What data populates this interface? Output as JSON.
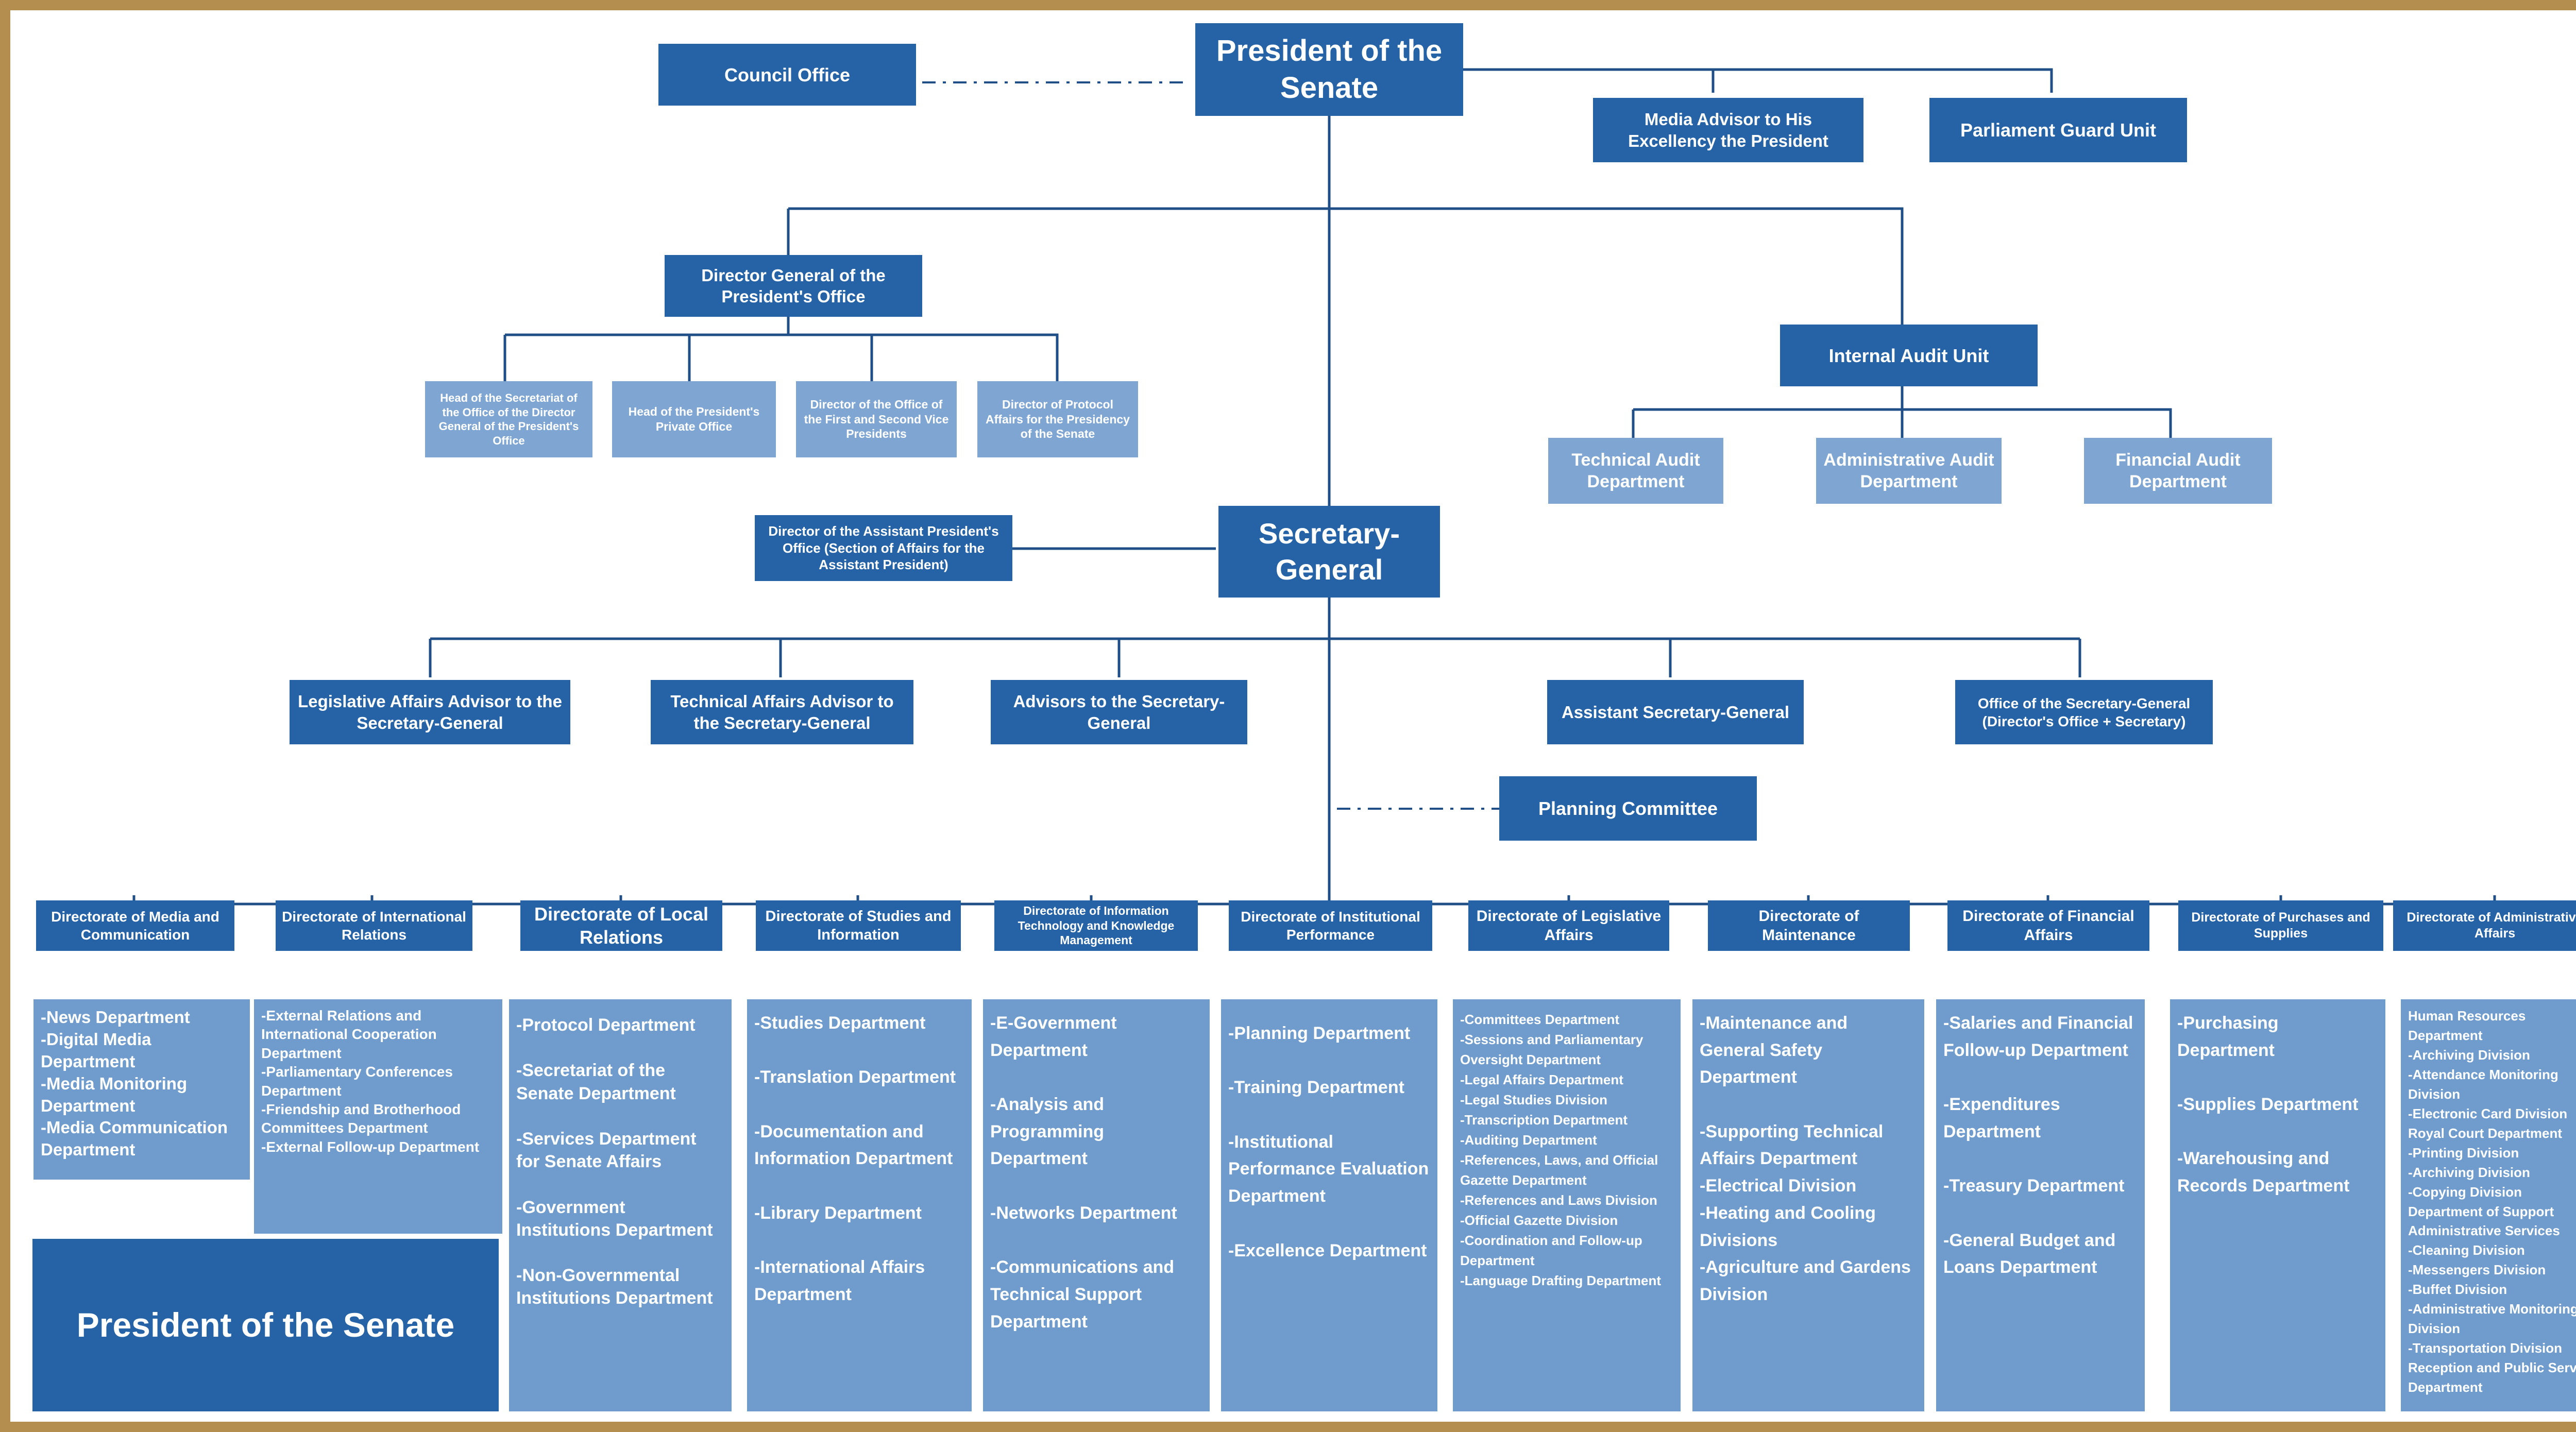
{
  "colors": {
    "frame": "#b48e4f",
    "dark_box": "#2563a6",
    "mid_box": "#4c82bd",
    "light_box": "#7fa6d3",
    "dept_panel": "#6f9ccc",
    "line": "#1f4f86"
  },
  "top": {
    "president": "President of the Senate",
    "council_office": "Council Office",
    "media_advisor": "Media Advisor to His Excellency the President",
    "guard_unit": "Parliament Guard Unit"
  },
  "presidents_office": {
    "director_general": "Director General of the President's Office",
    "sub_units": [
      "Head of the Secretariat of the Office of the Director General of the President's Office",
      "Head of the President's Private Office",
      "Director of the Office of the First and Second Vice Presidents",
      "Director of Protocol Affairs for the Presidency of the Senate"
    ]
  },
  "audit": {
    "unit": "Internal Audit Unit",
    "departments": [
      "Technical Audit Department",
      "Administrative Audit Department",
      "Financial Audit Department"
    ]
  },
  "secretariat": {
    "secretary_general": "Secretary-General",
    "assistant_presidents_office": "Director of the Assistant President's Office (Section of Affairs for the Assistant President)",
    "advisors": [
      "Legislative Affairs Advisor to the Secretary-General",
      "Technical Affairs Advisor to the Secretary-General",
      "Advisors to the Secretary-General",
      "Assistant Secretary-General",
      "Office of the Secretary-General (Director's Office + Secretary)"
    ],
    "planning_committee": "Planning Committee"
  },
  "directorates": [
    {
      "title": "Directorate of Media and Communication",
      "departments": "-News Department\n-Digital Media Department\n-Media Monitoring Department\n-Media Communication Department"
    },
    {
      "title": "Directorate of International Relations",
      "departments": "-External Relations and International Cooperation Department\n-Parliamentary Conferences Department\n-Friendship and Brotherhood Committees Department\n-External Follow-up Department"
    },
    {
      "title": "Directorate of Local Relations",
      "departments": "-Protocol Department\n\n-Secretariat of the Senate Department\n\n-Services Department for Senate Affairs\n\n-Government Institutions Department\n\n-Non-Governmental Institutions Department"
    },
    {
      "title": "Directorate of Studies and Information",
      "departments": "-Studies Department\n\n-Translation Department\n\n-Documentation and Information Department\n\n-Library Department\n\n-International Affairs Department"
    },
    {
      "title": "Directorate of Information Technology and Knowledge Management",
      "departments": "-E-Government Department\n\n-Analysis and Programming Department\n\n-Networks Department\n\n-Communications and Technical Support Department"
    },
    {
      "title": "Directorate of Institutional Performance",
      "departments": "-Planning Department\n\n-Training Department\n\n-Institutional Performance Evaluation Department\n\n-Excellence Department"
    },
    {
      "title": "Directorate of Legislative Affairs",
      "departments": "-Committees Department\n-Sessions and Parliamentary Oversight Department\n-Legal Affairs Department\n      -Legal Studies Division\n-Transcription Department\n-Auditing Department\n-References, Laws, and Official Gazette Department\n      -References and Laws Division\n      -Official Gazette Division\n-Coordination and Follow-up Department\n-Language Drafting Department"
    },
    {
      "title": "Directorate of Maintenance",
      "departments": "-Maintenance and General Safety Department\n\n-Supporting Technical Affairs Department\n      -Electrical Division\n      -Heating and Cooling Divisions\n      -Agriculture and Gardens Division"
    },
    {
      "title": "Directorate of Financial Affairs",
      "departments": "-Salaries and Financial Follow-up Department\n\n-Expenditures Department\n\n-Treasury Department\n\n-General Budget and Loans Department"
    },
    {
      "title": "Directorate of Purchases and Supplies",
      "departments": "-Purchasing Department\n\n-Supplies Department\n\n-Warehousing and Records Department"
    },
    {
      "title": "Directorate of Administrative Affairs",
      "departments": "Human Resources Department\n      -Archiving Division\n      -Attendance Monitoring Division\n      -Electronic Card Division\nRoyal Court Department\n      -Printing Division\n      -Archiving Division\n      -Copying Division\nDepartment of Support Administrative Services\n      -Cleaning Division\n      -Messengers Division\n      -Buffet Division\n      -Administrative Monitoring Division\n      -Transportation Division\nReception and Public Service Department"
    }
  ],
  "legend_title": "President of the Senate"
}
